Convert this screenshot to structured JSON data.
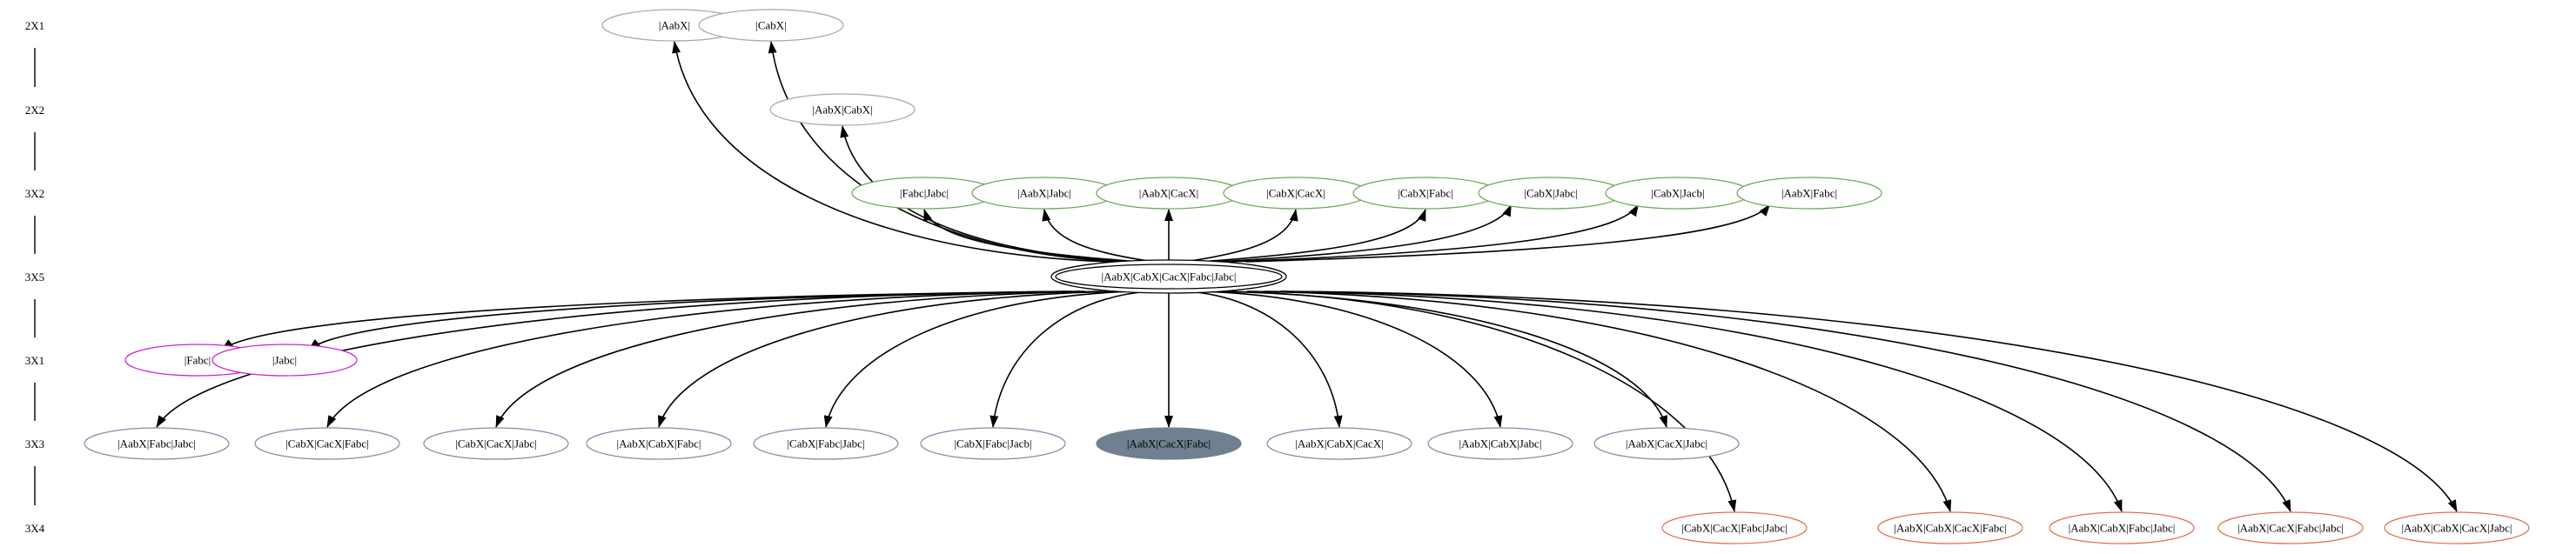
{
  "colors": {
    "green": "#6aaa5a",
    "magenta": "#d020d0",
    "slate": "#888aa6",
    "orange": "#e0704a",
    "filled": "#708090",
    "gray": "#a8a8a8",
    "black": "#000000"
  },
  "ranks": [
    "2X1",
    "2X2",
    "3X2",
    "3X5",
    "3X1",
    "3X3",
    "3X4"
  ],
  "center": {
    "label": "|AabX|CabX|CacX|Fabc|Jabc|"
  },
  "nodes": [
    {
      "label": "|AabX|",
      "rank": 0,
      "color": "gray"
    },
    {
      "label": "|CabX|",
      "rank": 0,
      "color": "gray"
    },
    {
      "label": "|AabX|CabX|",
      "rank": 1,
      "color": "gray"
    },
    {
      "label": "|Fabc|Jabc|",
      "rank": 2,
      "color": "green"
    },
    {
      "label": "|AabX|Jabc|",
      "rank": 2,
      "color": "green"
    },
    {
      "label": "|AabX|CacX|",
      "rank": 2,
      "color": "green"
    },
    {
      "label": "|CabX|CacX|",
      "rank": 2,
      "color": "green"
    },
    {
      "label": "|CabX|Fabc|",
      "rank": 2,
      "color": "green"
    },
    {
      "label": "|CabX|Jabc|",
      "rank": 2,
      "color": "green"
    },
    {
      "label": "|CabX|Jacb|",
      "rank": 2,
      "color": "green"
    },
    {
      "label": "|AabX|Fabc|",
      "rank": 2,
      "color": "green"
    },
    {
      "label": "|Fabc|",
      "rank": 4,
      "color": "magenta"
    },
    {
      "label": "|Jabc|",
      "rank": 4,
      "color": "magenta"
    },
    {
      "label": "|AabX|Fabc|Jabc|",
      "rank": 5,
      "color": "slate"
    },
    {
      "label": "|CabX|CacX|Fabc|",
      "rank": 5,
      "color": "slate"
    },
    {
      "label": "|CabX|CacX|Jabc|",
      "rank": 5,
      "color": "slate"
    },
    {
      "label": "|AabX|CabX|Fabc|",
      "rank": 5,
      "color": "slate"
    },
    {
      "label": "|CabX|Fabc|Jabc|",
      "rank": 5,
      "color": "slate"
    },
    {
      "label": "|CabX|Fabc|Jacb|",
      "rank": 5,
      "color": "slate"
    },
    {
      "label": "|AabX|CacX|Fabc|",
      "rank": 5,
      "color": "filled"
    },
    {
      "label": "|AabX|CabX|CacX|",
      "rank": 5,
      "color": "slate"
    },
    {
      "label": "|AabX|CabX|Jabc|",
      "rank": 5,
      "color": "slate"
    },
    {
      "label": "|AabX|CacX|Jabc|",
      "rank": 5,
      "color": "slate"
    },
    {
      "label": "|CabX|CacX|Fabc|Jabc|",
      "rank": 6,
      "color": "orange"
    },
    {
      "label": "|AabX|CabX|CacX|Fabc|",
      "rank": 6,
      "color": "orange"
    },
    {
      "label": "|AabX|CabX|Fabc|Jabc|",
      "rank": 6,
      "color": "orange"
    },
    {
      "label": "|AabX|CacX|Fabc|Jabc|",
      "rank": 6,
      "color": "orange"
    },
    {
      "label": "|AabX|CabX|CacX|Jabc|",
      "rank": 6,
      "color": "orange"
    }
  ]
}
